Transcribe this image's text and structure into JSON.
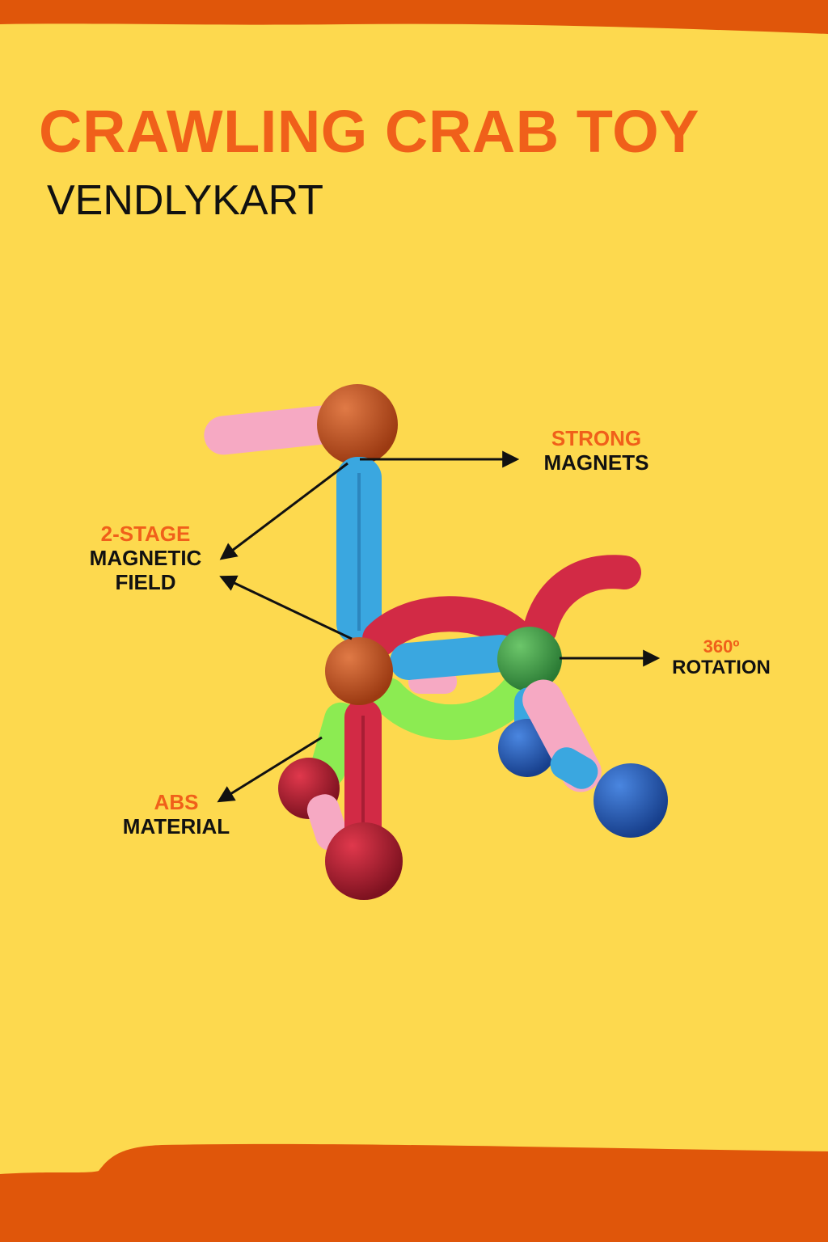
{
  "title": "CRAWLING CRAB TOY",
  "brand": "VENDLYKART",
  "callouts": {
    "strong": {
      "line1": "STRONG",
      "line2": "MAGNETS"
    },
    "stage": {
      "line1": "2-STAGE",
      "line2": "MAGNETIC",
      "line3": "FIELD"
    },
    "rotation": {
      "line1": "360º",
      "line2": "ROTATION"
    },
    "abs": {
      "line1": "ABS",
      "line2": "MATERIAL"
    }
  },
  "colors": {
    "background": "#FDD94E",
    "frame": "#E0560A",
    "accent_text": "#F0601A",
    "dark_text": "#111111",
    "ball_brown": "#C2501E",
    "rod_blue": "#3AA7E0",
    "rod_pink": "#F6A9C3",
    "rod_red": "#D22A45",
    "rod_green": "#8CEB52",
    "ball_green": "#3E9E46",
    "ball_navy": "#245CB8",
    "ball_red": "#B01E2E"
  }
}
